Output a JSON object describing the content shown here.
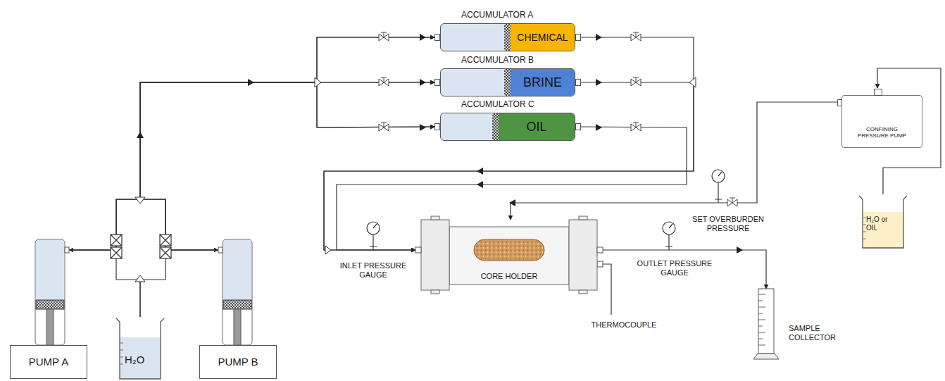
{
  "diagram": {
    "nodes": [
      {
        "text": [
          "PUMP A"
        ]
      },
      {
        "text": [
          "H₂O"
        ]
      },
      {
        "text": [
          "PUMP B"
        ]
      },
      {
        "text": [
          "ACCUMULATOR A",
          "CHEMICAL"
        ]
      },
      {
        "text": [
          "ACCUMULATOR B",
          "BRINE"
        ]
      },
      {
        "text": [
          "ACCUMULATOR C",
          "OIL"
        ]
      },
      {
        "text": [
          "CORE HOLDER"
        ]
      },
      {
        "text": [
          "CONFINING PRESSURE PUMP"
        ]
      },
      {
        "text": [
          "H₂O or OIL"
        ]
      },
      {
        "text": [
          "SAMPLE COLLECTOR"
        ]
      }
    ],
    "edges": [
      {
        "from": 1,
        "to": 0,
        "arrow": "to"
      },
      {
        "from": 1,
        "to": 2,
        "arrow": "to"
      },
      {
        "from": 0,
        "to": 3,
        "arrow": "to"
      },
      {
        "from": 0,
        "to": 4,
        "arrow": "to"
      },
      {
        "from": 0,
        "to": 5,
        "arrow": "to"
      },
      {
        "from": 2,
        "to": 3,
        "arrow": "to"
      },
      {
        "from": 2,
        "to": 4,
        "arrow": "to"
      },
      {
        "from": 2,
        "to": 5,
        "arrow": "to"
      },
      {
        "from": 3,
        "to": 6,
        "arrow": "to"
      },
      {
        "from": 4,
        "to": 6,
        "arrow": "to"
      },
      {
        "from": 5,
        "to": 6,
        "arrow": "to"
      },
      {
        "from": 8,
        "to": 7,
        "arrow": "to"
      },
      {
        "from": 7,
        "to": 6,
        "arrow": "to"
      },
      {
        "from": 6,
        "to": 9,
        "arrow": "to"
      }
    ],
    "labels": [
      "INLET PRESSURE GAUGE",
      "SET OVERBURDEN PRESSURE",
      "OUTLET PRESSURE GAUGE",
      "THERMOCOUPLE"
    ]
  }
}
